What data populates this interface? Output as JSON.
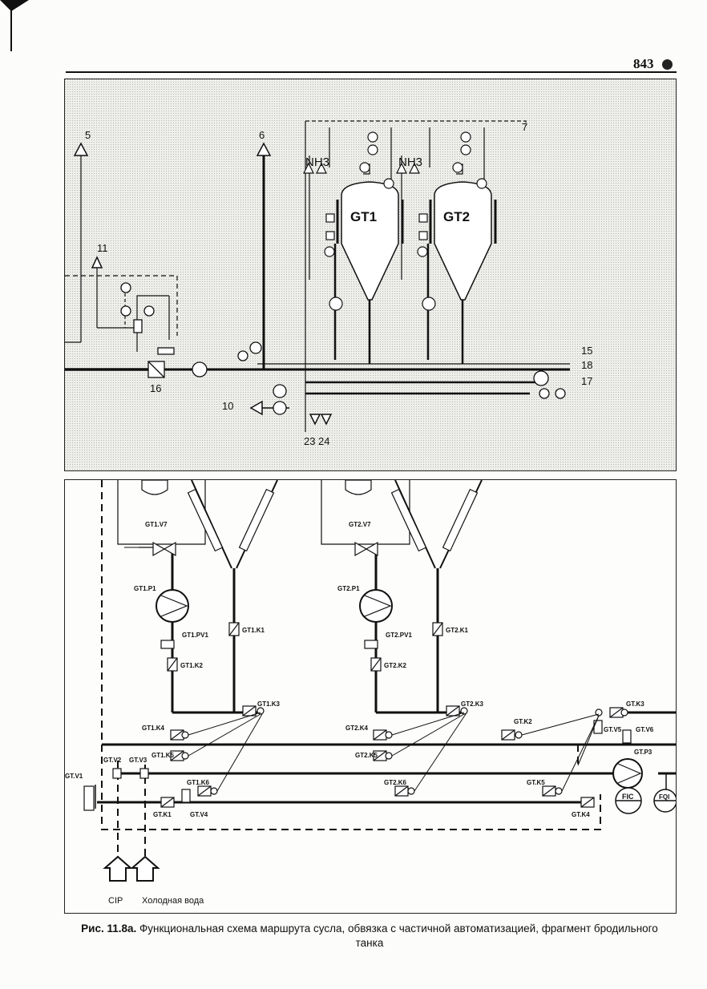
{
  "page": {
    "number": "843"
  },
  "top_diagram": {
    "tank1": {
      "name": "GT1",
      "refrigerant": "NH3"
    },
    "tank2": {
      "name": "GT2",
      "refrigerant": "NH3"
    },
    "callouts": [
      "5",
      "6",
      "7",
      "10",
      "11",
      "15",
      "16",
      "17",
      "18",
      "23",
      "24"
    ]
  },
  "bottom_diagram": {
    "tags": {
      "gt1_v7": "GT1.V7",
      "gt1_p1": "GT1.P1",
      "gt1_k1": "GT1.K1",
      "gt1_pv1": "GT1.PV1",
      "gt1_k2": "GT1.K2",
      "gt1_k3": "GT1.K3",
      "gt1_k4": "GT1.K4",
      "gt1_k5": "GT1.K5",
      "gt1_k6": "GT1.K6",
      "gt2_v7": "GT2.V7",
      "gt2_p1": "GT2.P1",
      "gt2_k1": "GT2.K1",
      "gt2_pv1": "GT2.PV1",
      "gt2_k2": "GT2.K2",
      "gt2_k3": "GT2.K3",
      "gt2_k4": "GT2.K4",
      "gt2_k5": "GT2.K5",
      "gt2_k6": "GT2.K6",
      "gt_k2": "GT.K2",
      "gt_k3": "GT.K3",
      "gt_v5": "GT.V5",
      "gt_v6": "GT.V6",
      "gt_p3": "GT.P3",
      "gt_k5": "GT.K5",
      "gt_k4": "GT.K4",
      "gt_v1": "GT.V1",
      "gt_v2": "GT.V2",
      "gt_v3": "GT.V3",
      "gt_k1": "GT.K1",
      "gt_v4": "GT.V4"
    },
    "instruments": {
      "fic": "FIC",
      "fqi": "FQI"
    },
    "inlets": {
      "cip": "CIP",
      "cold_water": "Холодная вода"
    }
  },
  "caption": {
    "figure": "Рис. 11.8а.",
    "text": "Функциональная схема маршрута сусла, обвязка с частичной автоматизацией, фрагмент бродильного танка"
  },
  "colors": {
    "ink": "#111111",
    "panel_shade": "#e9e9e6",
    "paper": "#fcfcfa"
  }
}
